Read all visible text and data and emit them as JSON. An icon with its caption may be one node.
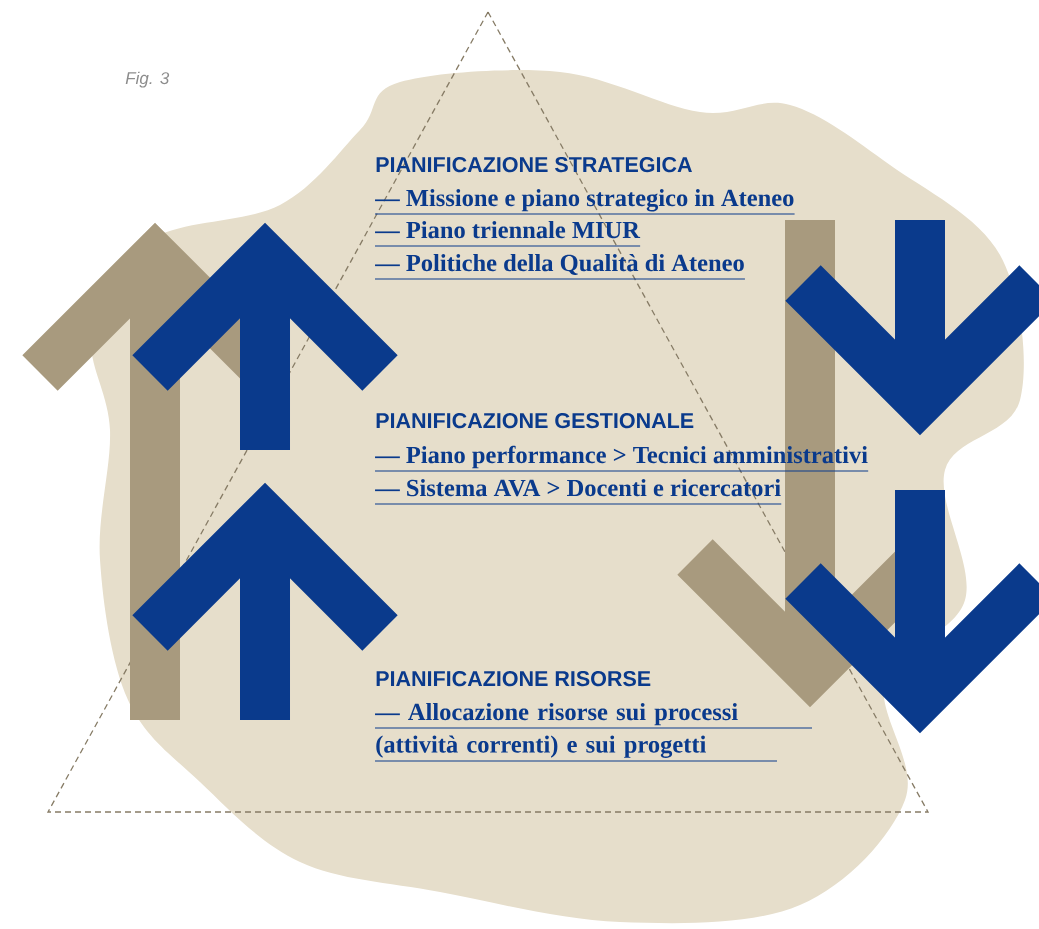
{
  "diagram": {
    "labels": [
      "Fig. 3",
      "PIANIFICAZIONE STRATEGICA",
      "— Missione e piano strategico in Ateneo",
      "— Piano triennale MIUR",
      "— Politiche della Qualità di Ateneo",
      "PIANIFICAZIONE GESTIONALE",
      "— Piano performance > Tecnici amministrativi",
      "— Sistema AVA > Docenti e ricercatori",
      "PIANIFICAZIONE RISORSE",
      "— Allocazione risorse sui processi (attività correnti) e sui progetti"
    ]
  }
}
